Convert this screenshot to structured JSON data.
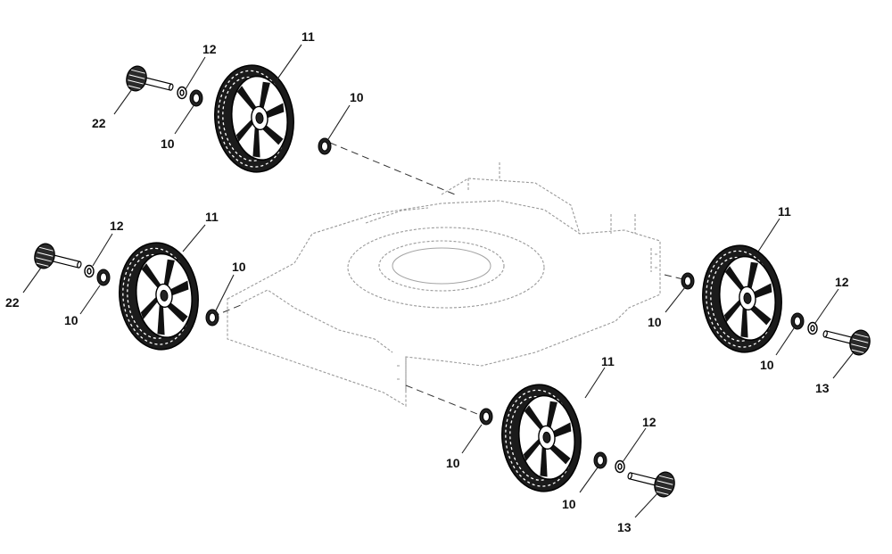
{
  "diagram": {
    "labels": {
      "rl_hub_cap": "22",
      "rl_washer": "12",
      "rl_bearing_inner": "10",
      "rl_wheel": "11",
      "rl_bearing_outer": "10",
      "fl_hub_cap": "22",
      "fl_washer": "12",
      "fl_bearing_inner": "10",
      "fl_wheel": "11",
      "fl_bearing_outer": "10",
      "rr_wheel": "11",
      "rr_bearing_inner": "10",
      "rr_bearing_outer": "10",
      "rr_washer": "12",
      "rr_bolt": "13",
      "fr_wheel": "11",
      "fr_bearing_inner": "10",
      "fr_bearing_outer": "10",
      "fr_washer": "12",
      "fr_bolt": "13"
    }
  }
}
